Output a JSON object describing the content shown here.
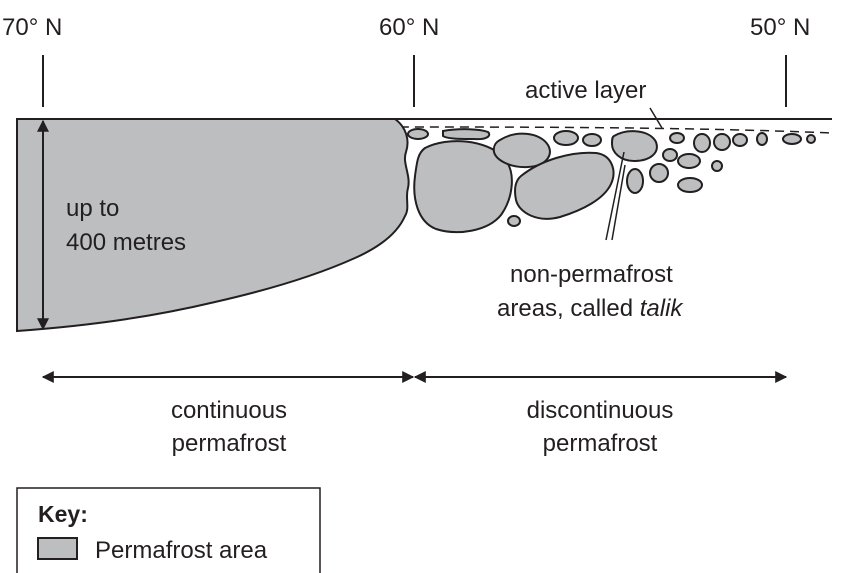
{
  "latitudes": {
    "lat_70": "70° N",
    "lat_60": "60° N",
    "lat_50": "50° N"
  },
  "labels": {
    "active_layer": "active layer",
    "depth_line1": "up to",
    "depth_line2": "400 metres",
    "talik_line1": "non-permafrost",
    "talik_line2_prefix": "areas, called ",
    "talik_line2_italic": "talik"
  },
  "zones": {
    "continuous_line1": "continuous",
    "continuous_line2": "permafrost",
    "discontinuous_line1": "discontinuous",
    "discontinuous_line2": "permafrost"
  },
  "key": {
    "title": "Key:",
    "item_label": "Permafrost area"
  },
  "colors": {
    "permafrost_fill": "#bcbec0",
    "outline": "#231f20"
  }
}
